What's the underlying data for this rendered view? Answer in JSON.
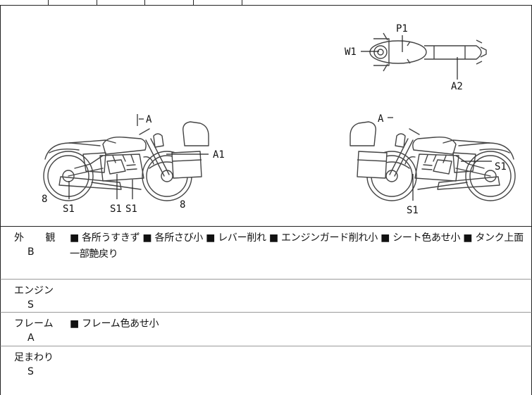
{
  "diagram": {
    "labels": {
      "top_p1": "P1",
      "top_w1": "W1",
      "top_a2": "A2",
      "left_a": "A",
      "left_a1": "A1",
      "left_8a": "8",
      "left_s1a": "S1",
      "left_s1b": "S1",
      "left_s1c": "S1",
      "left_8b": "8",
      "right_a": "A",
      "right_s1a": "S1",
      "right_s1b": "S1"
    }
  },
  "conditions": [
    {
      "category": "外 観",
      "grade": "B",
      "notes": "■ 各所うすきず ■ 各所さび小 ■ レバー削れ ■ エンジンガード削れ小 ■ シート色あせ小 ■ タンク上面一部艶戻り"
    },
    {
      "category": "エンジン",
      "grade": "S",
      "notes": ""
    },
    {
      "category": "フレーム",
      "grade": "A",
      "notes": "■ フレーム色あせ小"
    },
    {
      "category": "足まわり",
      "grade": "S",
      "notes": ""
    }
  ]
}
